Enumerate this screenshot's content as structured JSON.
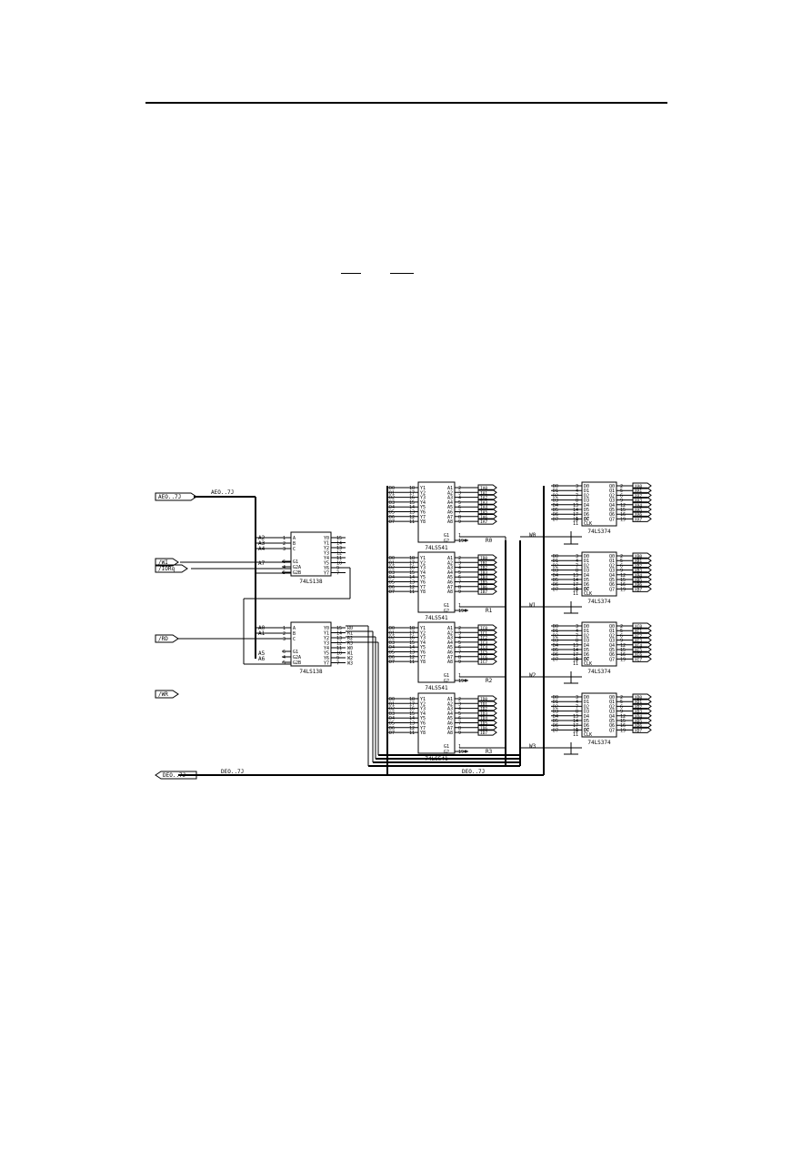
{
  "diagram": {
    "ports": {
      "addr_in": "AEO..7J",
      "addr_bus": "AEO..7J",
      "iow": "/WI",
      "iorq": "/IORq",
      "rd": "/RD",
      "wr": "/WR",
      "data_out": "DEO..7J",
      "data_bus": "DEO..7J",
      "data_bus_right": "DEO..7J"
    },
    "decoders": [
      {
        "part": "74LS138",
        "inputs": [
          "A2",
          "A3",
          "A4"
        ],
        "enables": [
          "A7"
        ],
        "in_pins": [
          "1",
          "2",
          "3"
        ],
        "en_pins": [
          "6",
          "4",
          "5"
        ],
        "in_labels": [
          "A",
          "B",
          "C"
        ],
        "en_labels": [
          "G1",
          "G2A",
          "G2B"
        ],
        "out_labels": [
          "Y0",
          "Y1",
          "Y2",
          "Y3",
          "Y4",
          "Y5",
          "Y6",
          "Y7"
        ],
        "out_pins": [
          "15",
          "14",
          "13",
          "12",
          "11",
          "10",
          "9",
          "7"
        ],
        "out_signals": []
      },
      {
        "part": "74LS138",
        "inputs": [
          "A0",
          "A1"
        ],
        "enables": [
          "A5",
          "A6"
        ],
        "in_pins": [
          "1",
          "2",
          "3"
        ],
        "en_pins": [
          "6",
          "4",
          "5"
        ],
        "in_labels": [
          "A",
          "B",
          "C"
        ],
        "en_labels": [
          "G1",
          "G2A",
          "G2B"
        ],
        "out_labels": [
          "Y0",
          "Y1",
          "Y2",
          "Y3",
          "Y4",
          "Y5",
          "Y6",
          "Y7"
        ],
        "out_pins": [
          "15",
          "14",
          "13",
          "12",
          "11",
          "10",
          "9",
          "7"
        ],
        "out_signals": [
          "R0",
          "R1",
          "R2",
          "R3",
          "W0",
          "W1",
          "W2",
          "W3"
        ]
      }
    ],
    "buffers": [
      {
        "part": "74LS541",
        "enable": "R0",
        "outputs": [
          "IA0",
          "IA1",
          "IA2",
          "IA3",
          "IA4",
          "IA5",
          "IA6",
          "IA7"
        ]
      },
      {
        "part": "74LS541",
        "enable": "R1",
        "outputs": [
          "IB0",
          "IB1",
          "IB2",
          "IB3",
          "IB4",
          "IB5",
          "IB6",
          "IB7"
        ]
      },
      {
        "part": "74LS541",
        "enable": "R2",
        "outputs": [
          "IC0",
          "IC1",
          "IC2",
          "IC3",
          "IC4",
          "IC5",
          "IC6",
          "IC7"
        ]
      },
      {
        "part": "74LS541",
        "enable": "R3",
        "outputs": [
          "ID0",
          "ID1",
          "ID2",
          "ID3",
          "ID4",
          "ID5",
          "ID6",
          "ID7"
        ]
      }
    ],
    "buffer_pins": {
      "y_labels": [
        "Y1",
        "Y2",
        "Y3",
        "Y4",
        "Y5",
        "Y6",
        "Y7",
        "Y8"
      ],
      "a_labels": [
        "A1",
        "A2",
        "A3",
        "A4",
        "A5",
        "A6",
        "A7",
        "A8"
      ],
      "y_pins": [
        "18",
        "17",
        "16",
        "15",
        "14",
        "13",
        "12",
        "11"
      ],
      "a_pins": [
        "2",
        "3",
        "4",
        "5",
        "6",
        "7",
        "8",
        "9"
      ],
      "g_labels": [
        "G1",
        "G2"
      ],
      "g_pins": [
        "1",
        "19"
      ]
    },
    "latches": [
      {
        "part": "74LS374",
        "clock": "W0",
        "outputs": [
          "XA0",
          "XA1",
          "XA2",
          "XA3",
          "XA4",
          "XA5",
          "XA6",
          "XA7"
        ]
      },
      {
        "part": "74LS374",
        "clock": "W1",
        "outputs": [
          "XB0",
          "XB1",
          "XB2",
          "XB3",
          "XB4",
          "XB5",
          "XB6",
          "XB7"
        ]
      },
      {
        "part": "74LS374",
        "clock": "W2",
        "outputs": [
          "XC0",
          "XC1",
          "XC2",
          "XC3",
          "XC4",
          "XC5",
          "XC6",
          "XC7"
        ]
      },
      {
        "part": "74LS374",
        "clock": "W3",
        "outputs": [
          "XD0",
          "XD1",
          "XD2",
          "XD3",
          "XD4",
          "XD5",
          "XD6",
          "XD7"
        ]
      }
    ],
    "latch_pins": {
      "d_labels": [
        "D0",
        "D1",
        "D2",
        "D3",
        "D4",
        "D5",
        "D6",
        "D7"
      ],
      "q_labels": [
        "Q0",
        "Q1",
        "Q2",
        "Q3",
        "Q4",
        "Q5",
        "Q6",
        "Q7"
      ],
      "d_pins": [
        "3",
        "4",
        "7",
        "8",
        "13",
        "14",
        "17",
        "18"
      ],
      "q_pins": [
        "2",
        "5",
        "6",
        "9",
        "12",
        "15",
        "16",
        "19"
      ],
      "oc_label": "OC",
      "clk_label": "CLK",
      "oc_pin": "1",
      "clk_pin": "11"
    },
    "data_lines": [
      "D0",
      "D1",
      "D2",
      "D3",
      "D4",
      "D5",
      "D6",
      "D7"
    ]
  }
}
